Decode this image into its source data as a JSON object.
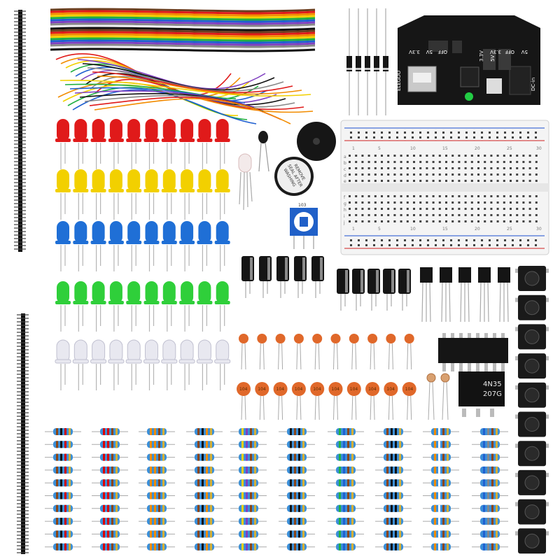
{
  "power_module": {
    "brand": "ELEGOO",
    "dc_in": "DC-in",
    "labels": [
      "3.3V",
      "5V",
      "OFF",
      "3.3V",
      "OFF",
      "5V",
      "3.3V",
      "5V"
    ]
  },
  "optocoupler": {
    "line1": "4N35",
    "line2": "207G"
  },
  "buzzer_sticker": [
    "REMOVE",
    "SEAL AFTER",
    "WASHING"
  ],
  "ceramic_capacitor_code": "104",
  "pot_label": "103",
  "breadboard": {
    "numbers": [
      "1",
      "5",
      "10",
      "15",
      "20",
      "25",
      "30"
    ],
    "row_letters_top": [
      "a",
      "b",
      "c",
      "d",
      "e"
    ],
    "row_letters_bottom": [
      "f",
      "g",
      "h",
      "i",
      "j"
    ]
  },
  "led_colors": {
    "red": "#e01a1a",
    "yellow": "#f2d000",
    "blue": "#1f6fd6",
    "green": "#2fcf3a",
    "white": "#e8e8f0"
  },
  "icons": [
    "male-header-strip",
    "jumper-ribbon",
    "jumper-wires",
    "diode",
    "power-module",
    "led",
    "thermistor",
    "rgb-led",
    "buzzer",
    "potentiometer",
    "breadboard",
    "electrolytic-capacitor",
    "transistor",
    "ceramic-capacitor",
    "ic-chip",
    "photoresistor",
    "optocoupler",
    "tactile-button",
    "resistor"
  ]
}
